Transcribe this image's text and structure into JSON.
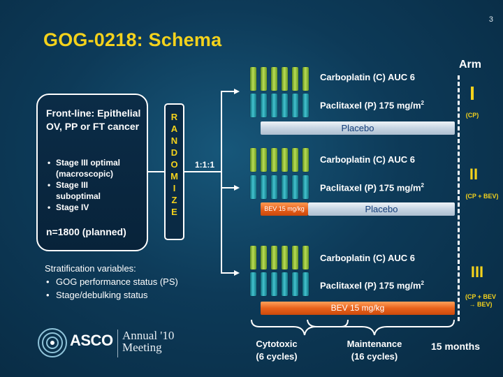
{
  "page_number": "3",
  "title": "GOG-0218: Schema",
  "arm_header": "Arm",
  "population": {
    "title": "Front-line: Epithelial OV, PP or FT cancer",
    "bullets": [
      "Stage III optimal (macroscopic)",
      "Stage III suboptimal",
      "Stage IV"
    ],
    "n": "n=1800 (planned)"
  },
  "randomize_letters": [
    "R",
    "A",
    "N",
    "D",
    "O",
    "M",
    "I",
    "Z",
    "E"
  ],
  "ratio": "1:1:1",
  "arms": [
    {
      "carboplatin": "Carboplatin (C) AUC 6",
      "paclitaxel": "Paclitaxel (P) 175 mg/m",
      "paclitaxel_sup": "2",
      "maintenance_bar": "Placebo",
      "numeral": "I",
      "description": "(CP)"
    },
    {
      "carboplatin": "Carboplatin (C) AUC 6",
      "paclitaxel": "Paclitaxel (P) 175 mg/m",
      "paclitaxel_sup": "2",
      "bev_bar": "BEV 15 mg/kg",
      "maintenance_bar": "Placebo",
      "numeral": "II",
      "description": "(CP + BEV)"
    },
    {
      "carboplatin": "Carboplatin (C) AUC 6",
      "paclitaxel": "Paclitaxel (P) 175 mg/m",
      "paclitaxel_sup": "2",
      "maintenance_bar": "BEV 15 mg/kg",
      "numeral": "III",
      "description_line1": "(CP + BEV",
      "description_line2": "→ BEV)"
    }
  ],
  "stratification": {
    "heading": "Stratification variables:",
    "items": [
      "GOG performance status (PS)",
      "Stage/debulking status"
    ]
  },
  "phases": {
    "cytotoxic_line1": "Cytotoxic",
    "cytotoxic_line2": "(6 cycles)",
    "maintenance_line1": "Maintenance",
    "maintenance_line2": "(16 cycles)",
    "duration": "15 months"
  },
  "logo": {
    "asco": "ASCO",
    "annual_line1": "Annual '10",
    "annual_line2": "Meeting"
  },
  "colors": {
    "title": "#f4d21c",
    "background": "#0d3a58",
    "bev_bar": "#e8621c",
    "placebo_bar": "#c7d5e3",
    "cycle_green": "#b9dd56",
    "cycle_teal": "#43c3cf"
  }
}
